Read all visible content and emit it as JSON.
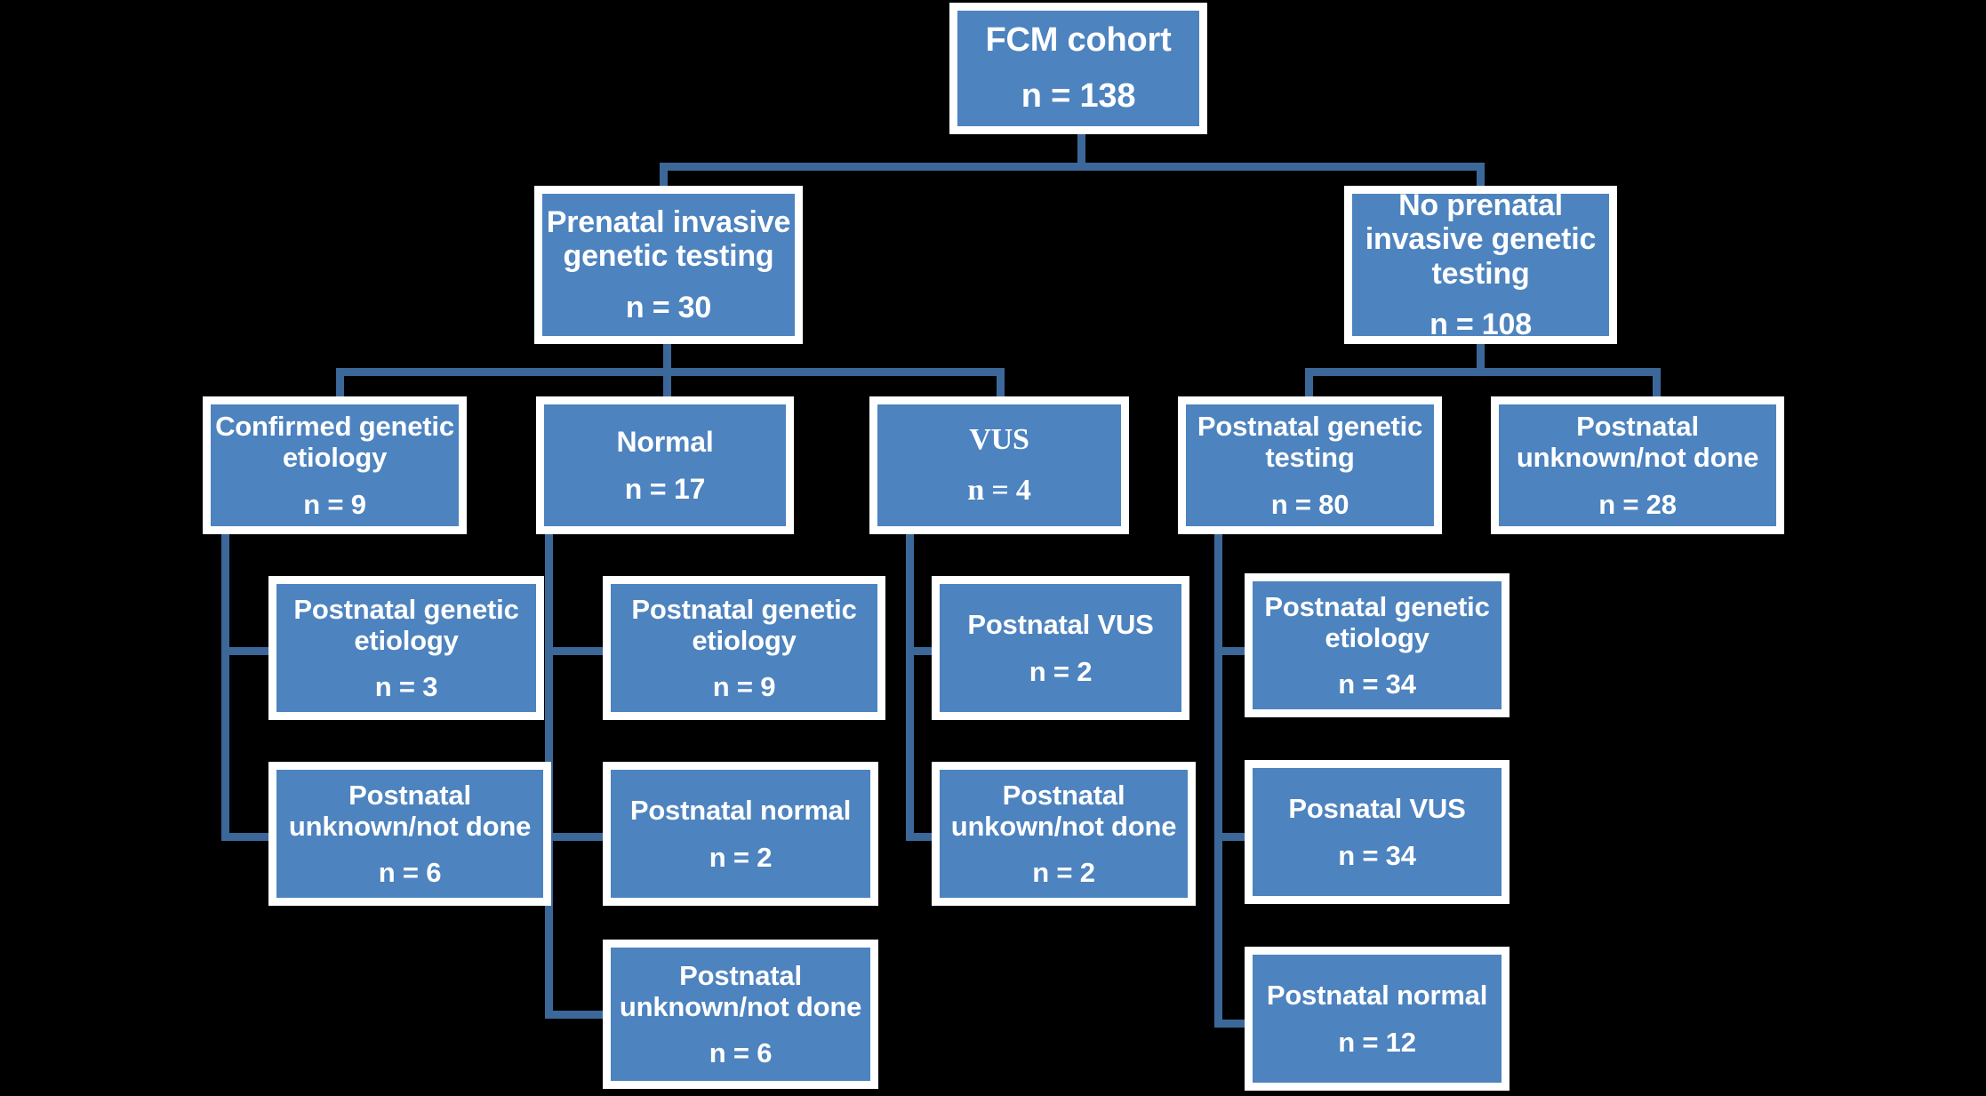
{
  "diagram": {
    "type": "flowchart",
    "title": "FCM cohort genetic testing flow",
    "colors": {
      "box_fill": "#4d83bf",
      "box_border": "#ffffff",
      "connector": "#3c6899",
      "background": "#000000",
      "text": "#ffffff"
    },
    "nodes": [
      {
        "id": "root",
        "title": "FCM cohort",
        "count": "n = 138"
      },
      {
        "id": "prenatal",
        "title": "Prenatal invasive\ngenetic testing",
        "count": "n = 30"
      },
      {
        "id": "no-prenatal",
        "title": "No prenatal\ninvasive genetic\ntesting",
        "count": "n = 108"
      },
      {
        "id": "confirmed",
        "title": "Confirmed genetic\netiology",
        "count": "n = 9"
      },
      {
        "id": "normal",
        "title": "Normal",
        "count": "n = 17"
      },
      {
        "id": "vus",
        "title": "VUS",
        "count": "n = 4"
      },
      {
        "id": "postnatal-testing",
        "title": "Postnatal genetic\ntesting",
        "count": "n = 80"
      },
      {
        "id": "postnatal-unknown-right",
        "title": "Postnatal\nunknown/not done",
        "count": "n = 28"
      },
      {
        "id": "c-etiology",
        "title": "Postnatal genetic\netiology",
        "count": "n = 3"
      },
      {
        "id": "c-unknown",
        "title": "Postnatal\nunknown/not done",
        "count": "n = 6"
      },
      {
        "id": "n-etiology",
        "title": "Postnatal genetic\netiology",
        "count": "n = 9"
      },
      {
        "id": "n-normal",
        "title": "Postnatal normal",
        "count": "n = 2"
      },
      {
        "id": "n-unknown",
        "title": "Postnatal\nunknown/not done",
        "count": "n = 6"
      },
      {
        "id": "v-vus",
        "title": "Postnatal VUS",
        "count": "n = 2"
      },
      {
        "id": "v-unknown",
        "title": "Postnatal\nunkown/not done",
        "count": "n = 2"
      },
      {
        "id": "p-etiology",
        "title": "Postnatal genetic\netiology",
        "count": "n = 34"
      },
      {
        "id": "p-vus",
        "title": "Posnatal VUS",
        "count": "n = 34"
      },
      {
        "id": "p-normal",
        "title": "Postnatal normal",
        "count": "n = 12"
      }
    ]
  }
}
